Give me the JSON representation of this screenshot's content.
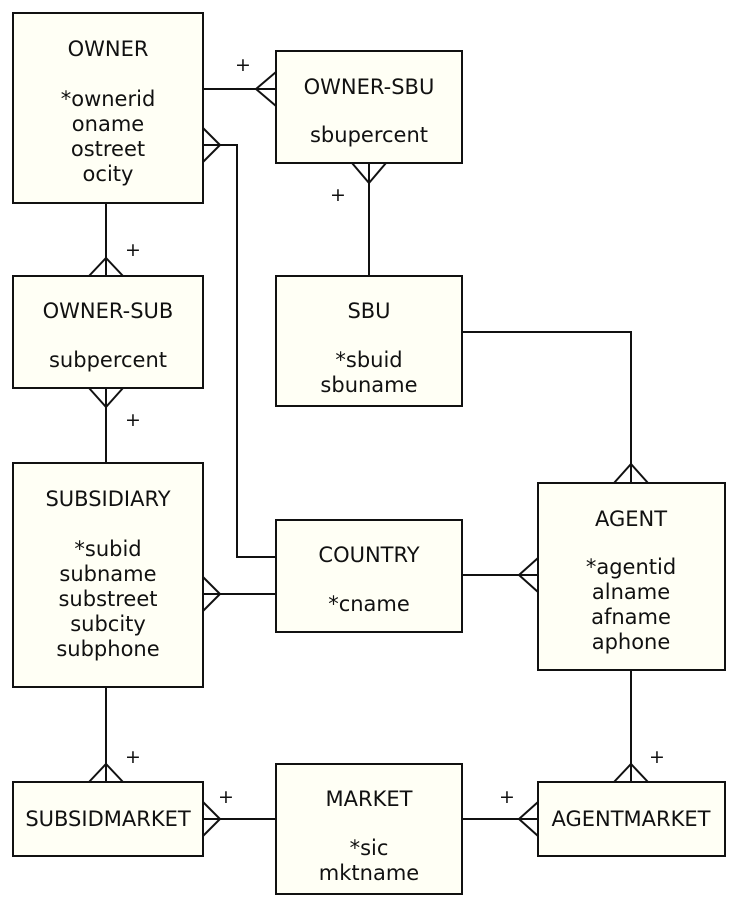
{
  "entities": {
    "owner": {
      "title": "OWNER",
      "attributes": [
        "*ownerid",
        "oname",
        "ostreet",
        "ocity"
      ]
    },
    "owner_sbu": {
      "title": "OWNER-SBU",
      "attributes": [
        "sbupercent"
      ]
    },
    "owner_sub": {
      "title": "OWNER-SUB",
      "attributes": [
        "subpercent"
      ]
    },
    "sbu": {
      "title": "SBU",
      "attributes": [
        "*sbuid",
        "sbuname"
      ]
    },
    "subsidiary": {
      "title": "SUBSIDIARY",
      "attributes": [
        "*subid",
        "subname",
        "substreet",
        "subcity",
        "subphone"
      ]
    },
    "country": {
      "title": "COUNTRY",
      "attributes": [
        "*cname"
      ]
    },
    "agent": {
      "title": "AGENT",
      "attributes": [
        "*agentid",
        "alname",
        "afname",
        "aphone"
      ]
    },
    "subsidmarket": {
      "title": "SUBSIDMARKET",
      "attributes": []
    },
    "market": {
      "title": "MARKET",
      "attributes": [
        "*sic",
        "mktname"
      ]
    },
    "agentmarket": {
      "title": "AGENTMARKET",
      "attributes": []
    }
  },
  "markers": {
    "plus": "+"
  }
}
